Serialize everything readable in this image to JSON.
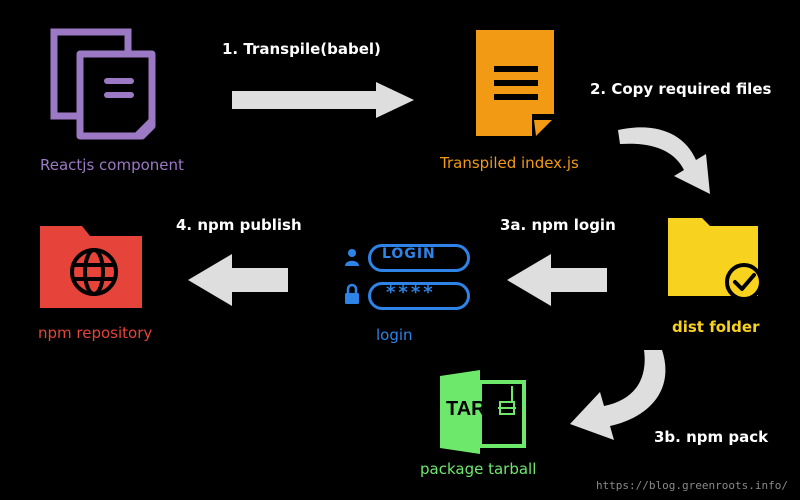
{
  "nodes": {
    "react_component": {
      "label": "Reactjs component",
      "color": "#9b79c4"
    },
    "transpiled": {
      "label": "Transpiled index.js",
      "color": "#f29a13"
    },
    "dist": {
      "label": "dist folder",
      "color": "#f7d21e"
    },
    "login": {
      "label": "login",
      "color": "#2e83e6",
      "button_text": "LOGIN",
      "password_mask": "****"
    },
    "npm_repo": {
      "label": "npm repository",
      "color": "#e6433a"
    },
    "tarball": {
      "label": "package tarball",
      "color": "#6ee86b",
      "badge_text": "TAR"
    }
  },
  "steps": {
    "transpile": "1. Transpile(babel)",
    "copy": "2. Copy required files",
    "npm_login": "3a. npm login",
    "npm_pack": "3b. npm pack",
    "npm_publish": "4. npm publish"
  },
  "watermark": "https://blog.greenroots.info/"
}
